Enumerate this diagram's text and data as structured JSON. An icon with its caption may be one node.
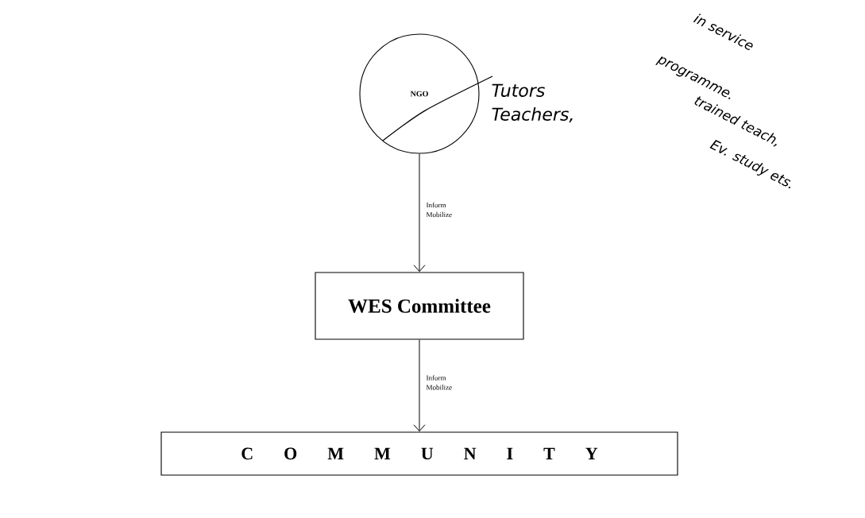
{
  "diagram": {
    "nodes": [
      {
        "text": [
          "NGO"
        ],
        "beside": [
          "Tutors Teachers,"
        ]
      },
      {
        "text": [
          "WES Committee"
        ]
      },
      {
        "text": [
          "C O M M U N I T Y"
        ]
      }
    ],
    "edges": [
      {
        "from": 0,
        "to": 1,
        "arrow": "to",
        "label": "Inform Mobilize"
      },
      {
        "from": 1,
        "to": 2,
        "arrow": "to",
        "label": "Inform Mobilize"
      }
    ],
    "labels": [
      "in service",
      "programme.",
      "trained teach,",
      "Ev. study ets."
    ]
  }
}
